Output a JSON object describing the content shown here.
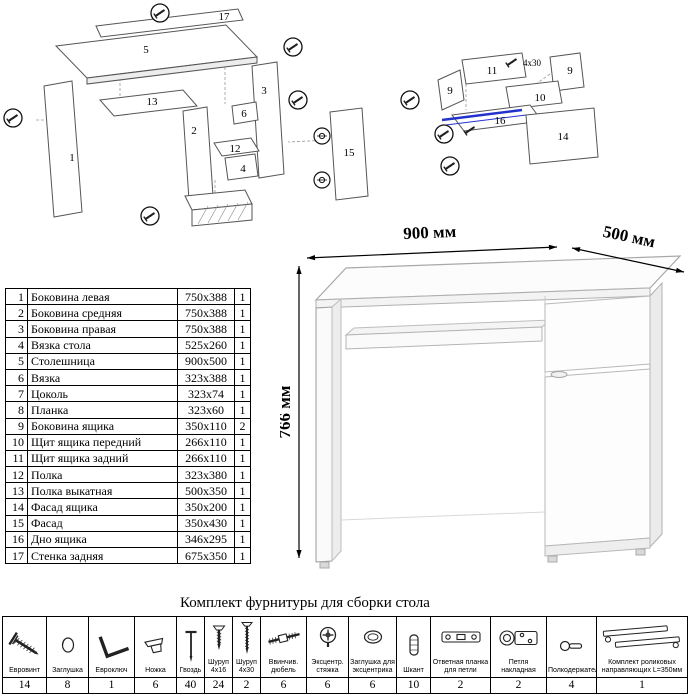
{
  "diagram_left": {
    "labels": [
      "17",
      "5",
      "1",
      "13",
      "2",
      "3",
      "12",
      "6",
      "4",
      "15"
    ]
  },
  "diagram_right": {
    "labels": [
      "11",
      "9",
      "9",
      "10",
      "16",
      "14"
    ],
    "annotation": "4x30"
  },
  "desk_view": {
    "width_label": "900 мм",
    "depth_label": "500 мм",
    "height_label": "766 мм"
  },
  "parts_table": {
    "rows": [
      {
        "num": "1",
        "name": "Боковина левая",
        "size": "750x388",
        "qty": "1"
      },
      {
        "num": "2",
        "name": "Боковина средняя",
        "size": "750x388",
        "qty": "1"
      },
      {
        "num": "3",
        "name": "Боковина правая",
        "size": "750x388",
        "qty": "1"
      },
      {
        "num": "4",
        "name": "Вязка стола",
        "size": "525x260",
        "qty": "1"
      },
      {
        "num": "5",
        "name": "Столешница",
        "size": "900x500",
        "qty": "1"
      },
      {
        "num": "6",
        "name": "Вязка",
        "size": "323x388",
        "qty": "1"
      },
      {
        "num": "7",
        "name": "Цоколь",
        "size": "323x74",
        "qty": "1"
      },
      {
        "num": "8",
        "name": "Планка",
        "size": "323x60",
        "qty": "1"
      },
      {
        "num": "9",
        "name": "Боковина ящика",
        "size": "350x110",
        "qty": "2"
      },
      {
        "num": "10",
        "name": "Щит ящика передний",
        "size": "266x110",
        "qty": "1"
      },
      {
        "num": "11",
        "name": "Щит ящика задний",
        "size": "266x110",
        "qty": "1"
      },
      {
        "num": "12",
        "name": "Полка",
        "size": "323x380",
        "qty": "1"
      },
      {
        "num": "13",
        "name": "Полка выкатная",
        "size": "500x350",
        "qty": "1"
      },
      {
        "num": "14",
        "name": "Фасад ящика",
        "size": "350x200",
        "qty": "1"
      },
      {
        "num": "15",
        "name": "Фасад",
        "size": "350x430",
        "qty": "1"
      },
      {
        "num": "16",
        "name": "Дно ящика",
        "size": "346x295",
        "qty": "1"
      },
      {
        "num": "17",
        "name": "Стенка задняя",
        "size": "675x350",
        "qty": "1"
      }
    ]
  },
  "hardware": {
    "title": "Комплект фурнитуры для сборки стола",
    "items": [
      {
        "icon": "euro-screw-icon",
        "label": "Евровинт",
        "qty": "14"
      },
      {
        "icon": "plug-cap-icon",
        "label": "Заглушка",
        "qty": "8"
      },
      {
        "icon": "hex-key-icon",
        "label": "Евроключ",
        "qty": "1"
      },
      {
        "icon": "furniture-leg-icon",
        "label": "Ножка",
        "qty": "6"
      },
      {
        "icon": "nail-icon",
        "label": "Гвоздь",
        "qty": "40"
      },
      {
        "icon": "screw-4x16-icon",
        "label": "Шуруп 4x16",
        "qty": "24"
      },
      {
        "icon": "screw-4x30-icon",
        "label": "Шуруп 4x30",
        "qty": "2"
      },
      {
        "icon": "screw-in-dowel-icon",
        "label": "Ввинчив. дюбель",
        "qty": "6"
      },
      {
        "icon": "eccentric-cam-icon",
        "label": "Эксцентр. стяжка",
        "qty": "6"
      },
      {
        "icon": "eccentric-cap-icon",
        "label": "Заглушка для эксцентрика",
        "qty": "6"
      },
      {
        "icon": "dowel-pin-icon",
        "label": "Шкант",
        "qty": "10"
      },
      {
        "icon": "hinge-plate-icon",
        "label": "Ответная планка для петли",
        "qty": "2"
      },
      {
        "icon": "overlay-hinge-icon",
        "label": "Петля накладная",
        "qty": "2"
      },
      {
        "icon": "shelf-support-icon",
        "label": "Полкодержатель",
        "qty": "4"
      },
      {
        "icon": "roller-guides-icon",
        "label": "Комплект роликовых направляющих L=350мм",
        "qty": "1"
      }
    ]
  }
}
